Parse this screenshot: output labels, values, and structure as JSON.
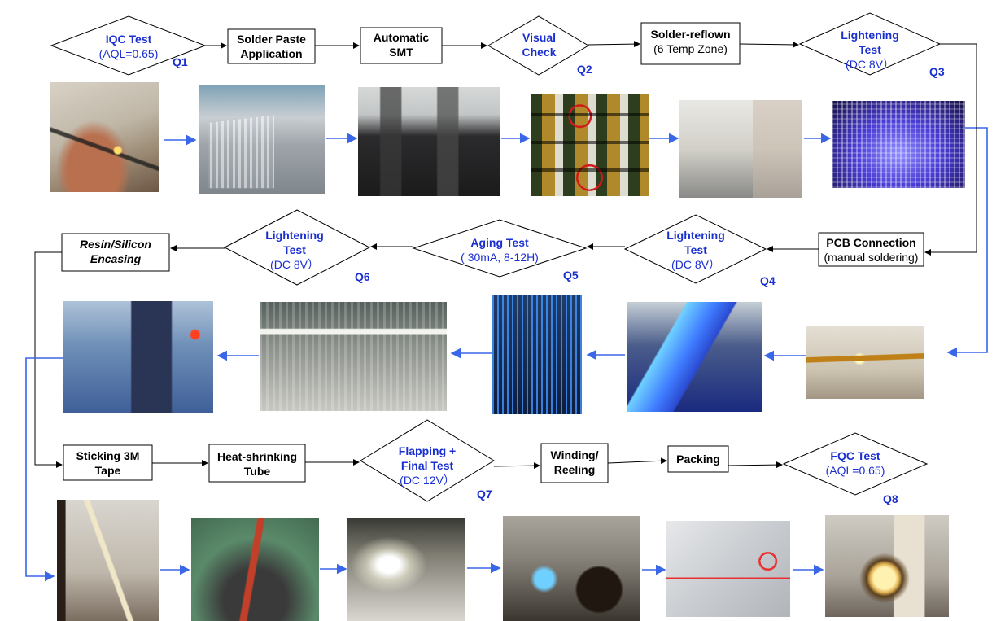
{
  "steps": {
    "iqc": {
      "l1": "IQC Test",
      "l2": "(AQL=0.65)"
    },
    "solder_paste": {
      "l1": "Solder Paste",
      "l2": "Application"
    },
    "smt": {
      "l1": "Automatic",
      "l2": "SMT"
    },
    "visual": {
      "l1": "Visual",
      "l2": "Check"
    },
    "reflow": {
      "l1": "Solder-reflown",
      "l2": "(6 Temp Zone)"
    },
    "light3": {
      "l1": "Lightening",
      "l2": "Test",
      "l3": "(DC 8V）"
    },
    "pcb": {
      "l1": "PCB Connection",
      "l2": "(manual soldering)"
    },
    "light4": {
      "l1": "Lightening",
      "l2": "Test",
      "l3": "(DC 8V）"
    },
    "aging": {
      "l1": "Aging Test",
      "l2": "( 30mA, 8-12H)"
    },
    "light6": {
      "l1": "Lightening",
      "l2": "Test",
      "l3": "(DC 8V）"
    },
    "resin": {
      "l1": "Resin/Silicon",
      "l2": "Encasing"
    },
    "tape": {
      "l1": "Sticking 3M",
      "l2": "Tape"
    },
    "heat": {
      "l1": "Heat-shrinking",
      "l2": "Tube"
    },
    "flap": {
      "l1": "Flapping +",
      "l2": "Final Test",
      "l3": "(DC 12V）"
    },
    "wind": {
      "l1": "Winding/",
      "l2": "Reeling"
    },
    "pack": {
      "l1": "Packing"
    },
    "fqc": {
      "l1": "FQC Test",
      "l2": "(AQL=0.65)"
    }
  },
  "quality_points": [
    "Q1",
    "Q2",
    "Q3",
    "Q4",
    "Q5",
    "Q6",
    "Q7",
    "Q8"
  ],
  "colors": {
    "arrow_blue": "#3a66e8",
    "text_blue": "#1a2fd0",
    "line": "#000000"
  },
  "photos": [
    "photo-iqc-probing",
    "photo-solder-paste-machine",
    "photo-smt-machine",
    "photo-visual-check-closeup",
    "photo-reflow-oven",
    "photo-lightening-blue-panel",
    "photo-manual-soldering",
    "photo-lightening-strips",
    "photo-aging-rack",
    "photo-lightening-bench",
    "photo-encasing-machine",
    "photo-tape-sticking",
    "photo-heat-shrink",
    "photo-final-test",
    "photo-reeling",
    "photo-packing-bag",
    "photo-fqc-test"
  ]
}
